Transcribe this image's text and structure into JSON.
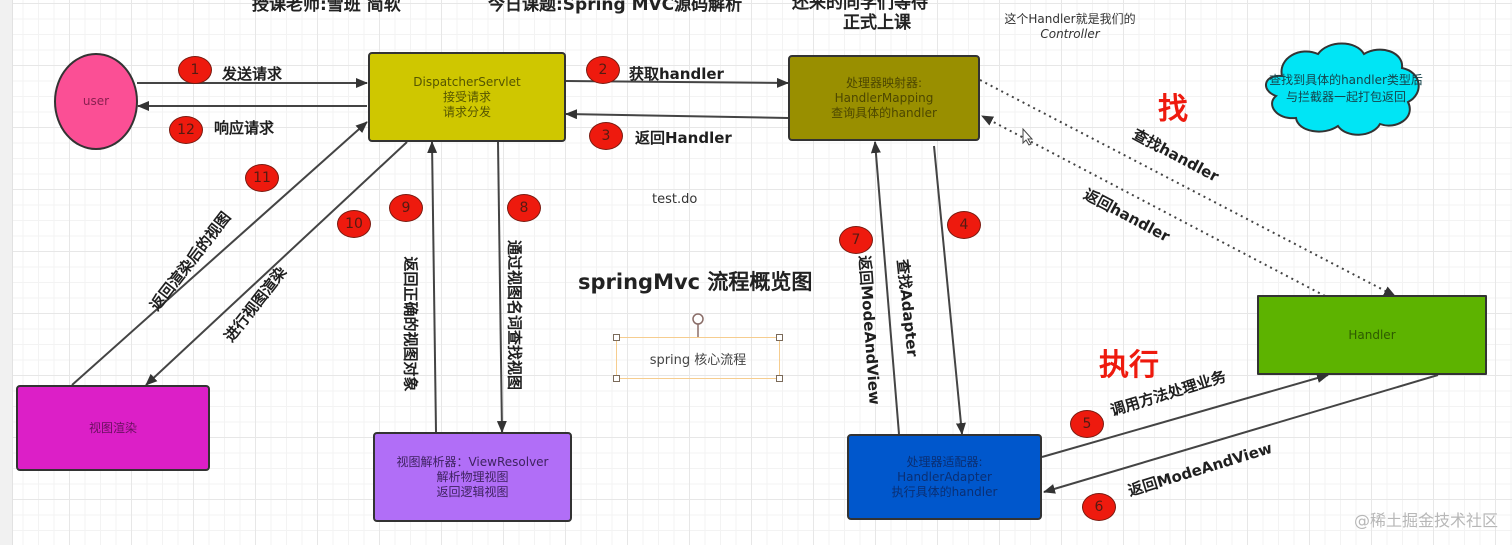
{
  "header": {
    "teacher": "授课老师:雪班 简软",
    "topic": "今日课题:Spring MVC源码解析",
    "notice_line1": "还来的同学们等待",
    "notice_line2": "正式上课",
    "handler_note_line1": "这个Handler就是我们的",
    "handler_note_line2": "Controller"
  },
  "diagram": {
    "title": "springMvc 流程概览图",
    "selected_textbox": "spring 核心流程",
    "floating_text": "test.do",
    "find_label": "找",
    "execute_label": "执行",
    "cloud_note": [
      "查找到具体的handler类型后",
      "与拦截器一起打包返回"
    ],
    "nodes": {
      "user": {
        "label": "user",
        "color": "#fb4f95"
      },
      "dispatcher": {
        "lines": [
          "DispatcherServlet",
          "接受请求",
          "请求分发"
        ],
        "color": "#cfc700"
      },
      "handler_mapping": {
        "lines": [
          "处理器映射器:",
          "HandlerMapping",
          "查询具体的handler"
        ],
        "color": "#998f00"
      },
      "handler": {
        "label": "Handler",
        "color": "#5db300"
      },
      "handler_adapter": {
        "lines": [
          "处理器适配器:",
          "HandlerAdapter",
          "执行具体的handler"
        ],
        "color": "#0057cc"
      },
      "view_resolver": {
        "lines": [
          "视图解析器：ViewResolver",
          "解析物理视图",
          "返回逻辑视图"
        ],
        "color": "#b16ef7"
      },
      "view_render": {
        "label": "视图渲染",
        "color": "#dc1fc7"
      }
    },
    "steps": [
      {
        "num": "1",
        "label": "发送请求"
      },
      {
        "num": "2",
        "label": "获取handler"
      },
      {
        "num": "3",
        "label": "返回Handler"
      },
      {
        "num": "4",
        "label": "查找Adapter"
      },
      {
        "num": "5",
        "label": "调用方法处理业务"
      },
      {
        "num": "6",
        "label": "返回ModeAndView"
      },
      {
        "num": "7",
        "label": "返回ModeAndView"
      },
      {
        "num": "8",
        "label": "通过视图名词查找视图"
      },
      {
        "num": "9",
        "label": "返回正确的视图对象"
      },
      {
        "num": "10",
        "label": "进行视图渲染"
      },
      {
        "num": "11",
        "label": "返回渲染后的视图"
      },
      {
        "num": "12",
        "label": "响应请求"
      }
    ],
    "dotted_links": [
      {
        "label": "查找handler"
      },
      {
        "label": "返回handler"
      }
    ]
  },
  "watermark": "@稀土掘金技术社区"
}
